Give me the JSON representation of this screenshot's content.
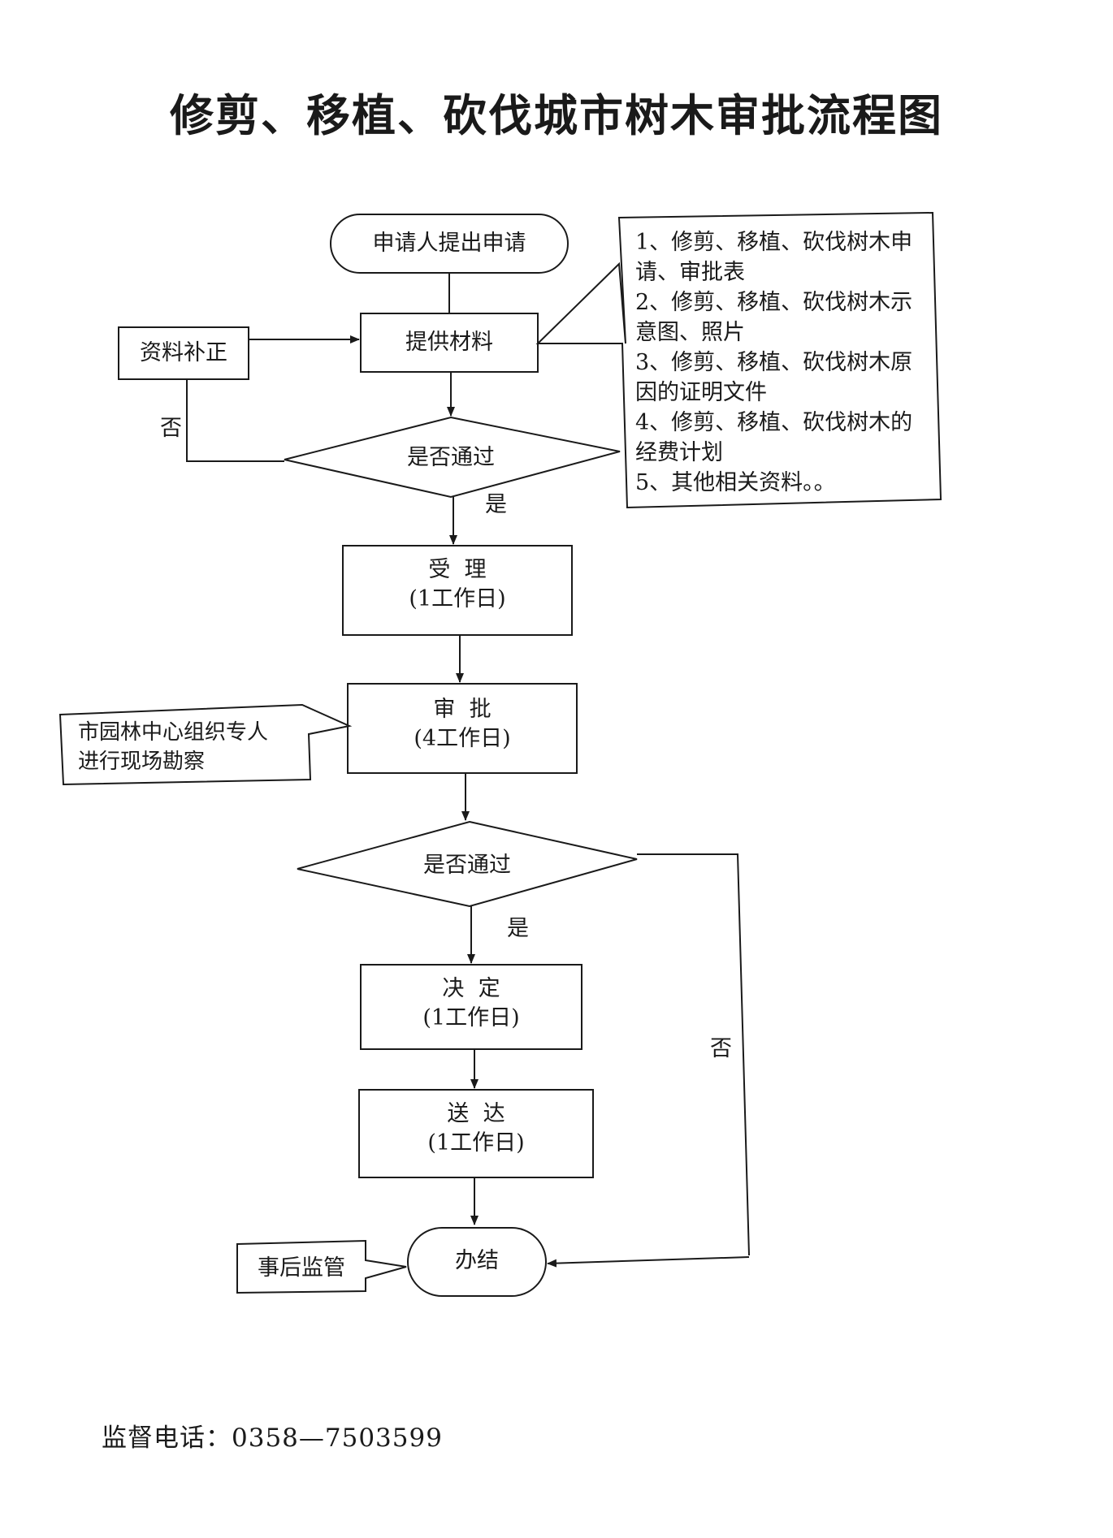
{
  "title": "修剪、移植、砍伐城市树木审批流程图",
  "nodes": {
    "start": "申请人提出申请",
    "provide": "提供材料",
    "supplement": "资料补正",
    "check1": "是否通过",
    "accept": {
      "name": "受  理",
      "duration": "(1工作日)"
    },
    "approve": {
      "name": "审  批",
      "duration": "(4工作日)"
    },
    "check2": "是否通过",
    "decide": {
      "name": "决  定",
      "duration": "(1工作日)"
    },
    "deliver": {
      "name": "送  达",
      "duration": "(1工作日)"
    },
    "end": "办结"
  },
  "labels": {
    "no1": "否",
    "yes1": "是",
    "yes2": "是",
    "no2": "否"
  },
  "materials": [
    "1、修剪、移植、砍伐树木申",
    "请、审批表",
    "2、修剪、移植、砍伐树木示",
    "意图、照片",
    "3、修剪、移植、砍伐树木原",
    "因的证明文件",
    "4、修剪、移植、砍伐树木的",
    "经费计划",
    "5、其他相关资料。。"
  ],
  "survey_note": [
    "市园林中心组织专人",
    "进行现场勘察"
  ],
  "supervision_note": "事后监管",
  "phone": "监督电话：0358—7503599"
}
